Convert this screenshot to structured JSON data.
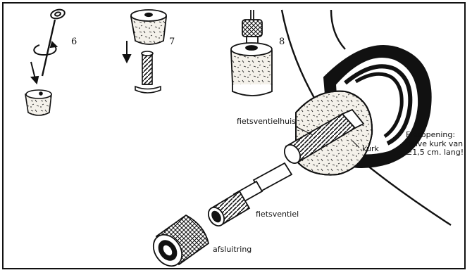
{
  "steps": {
    "six": "6",
    "seven": "7",
    "eight": "8"
  },
  "labels": {
    "fietsventielhuis": "fietsventielhuis",
    "kurk": "kurk",
    "flesopening_line1": "Flesopening:",
    "flesopening_line2": "halve kurk van",
    "flesopening_line3": "±1,5 cm. lang!",
    "fietsventiel": "fietsventiel",
    "afsluitring": "afsluitring"
  },
  "colors": {
    "ink": "#111111",
    "paper": "#ffffff",
    "cork": "#f4f1ea"
  },
  "icons": [
    "corkscrew-icon",
    "rotation-arrow-icon",
    "down-arrow-icon",
    "cork-icon",
    "bolt-icon",
    "valve-in-cork-icon"
  ]
}
